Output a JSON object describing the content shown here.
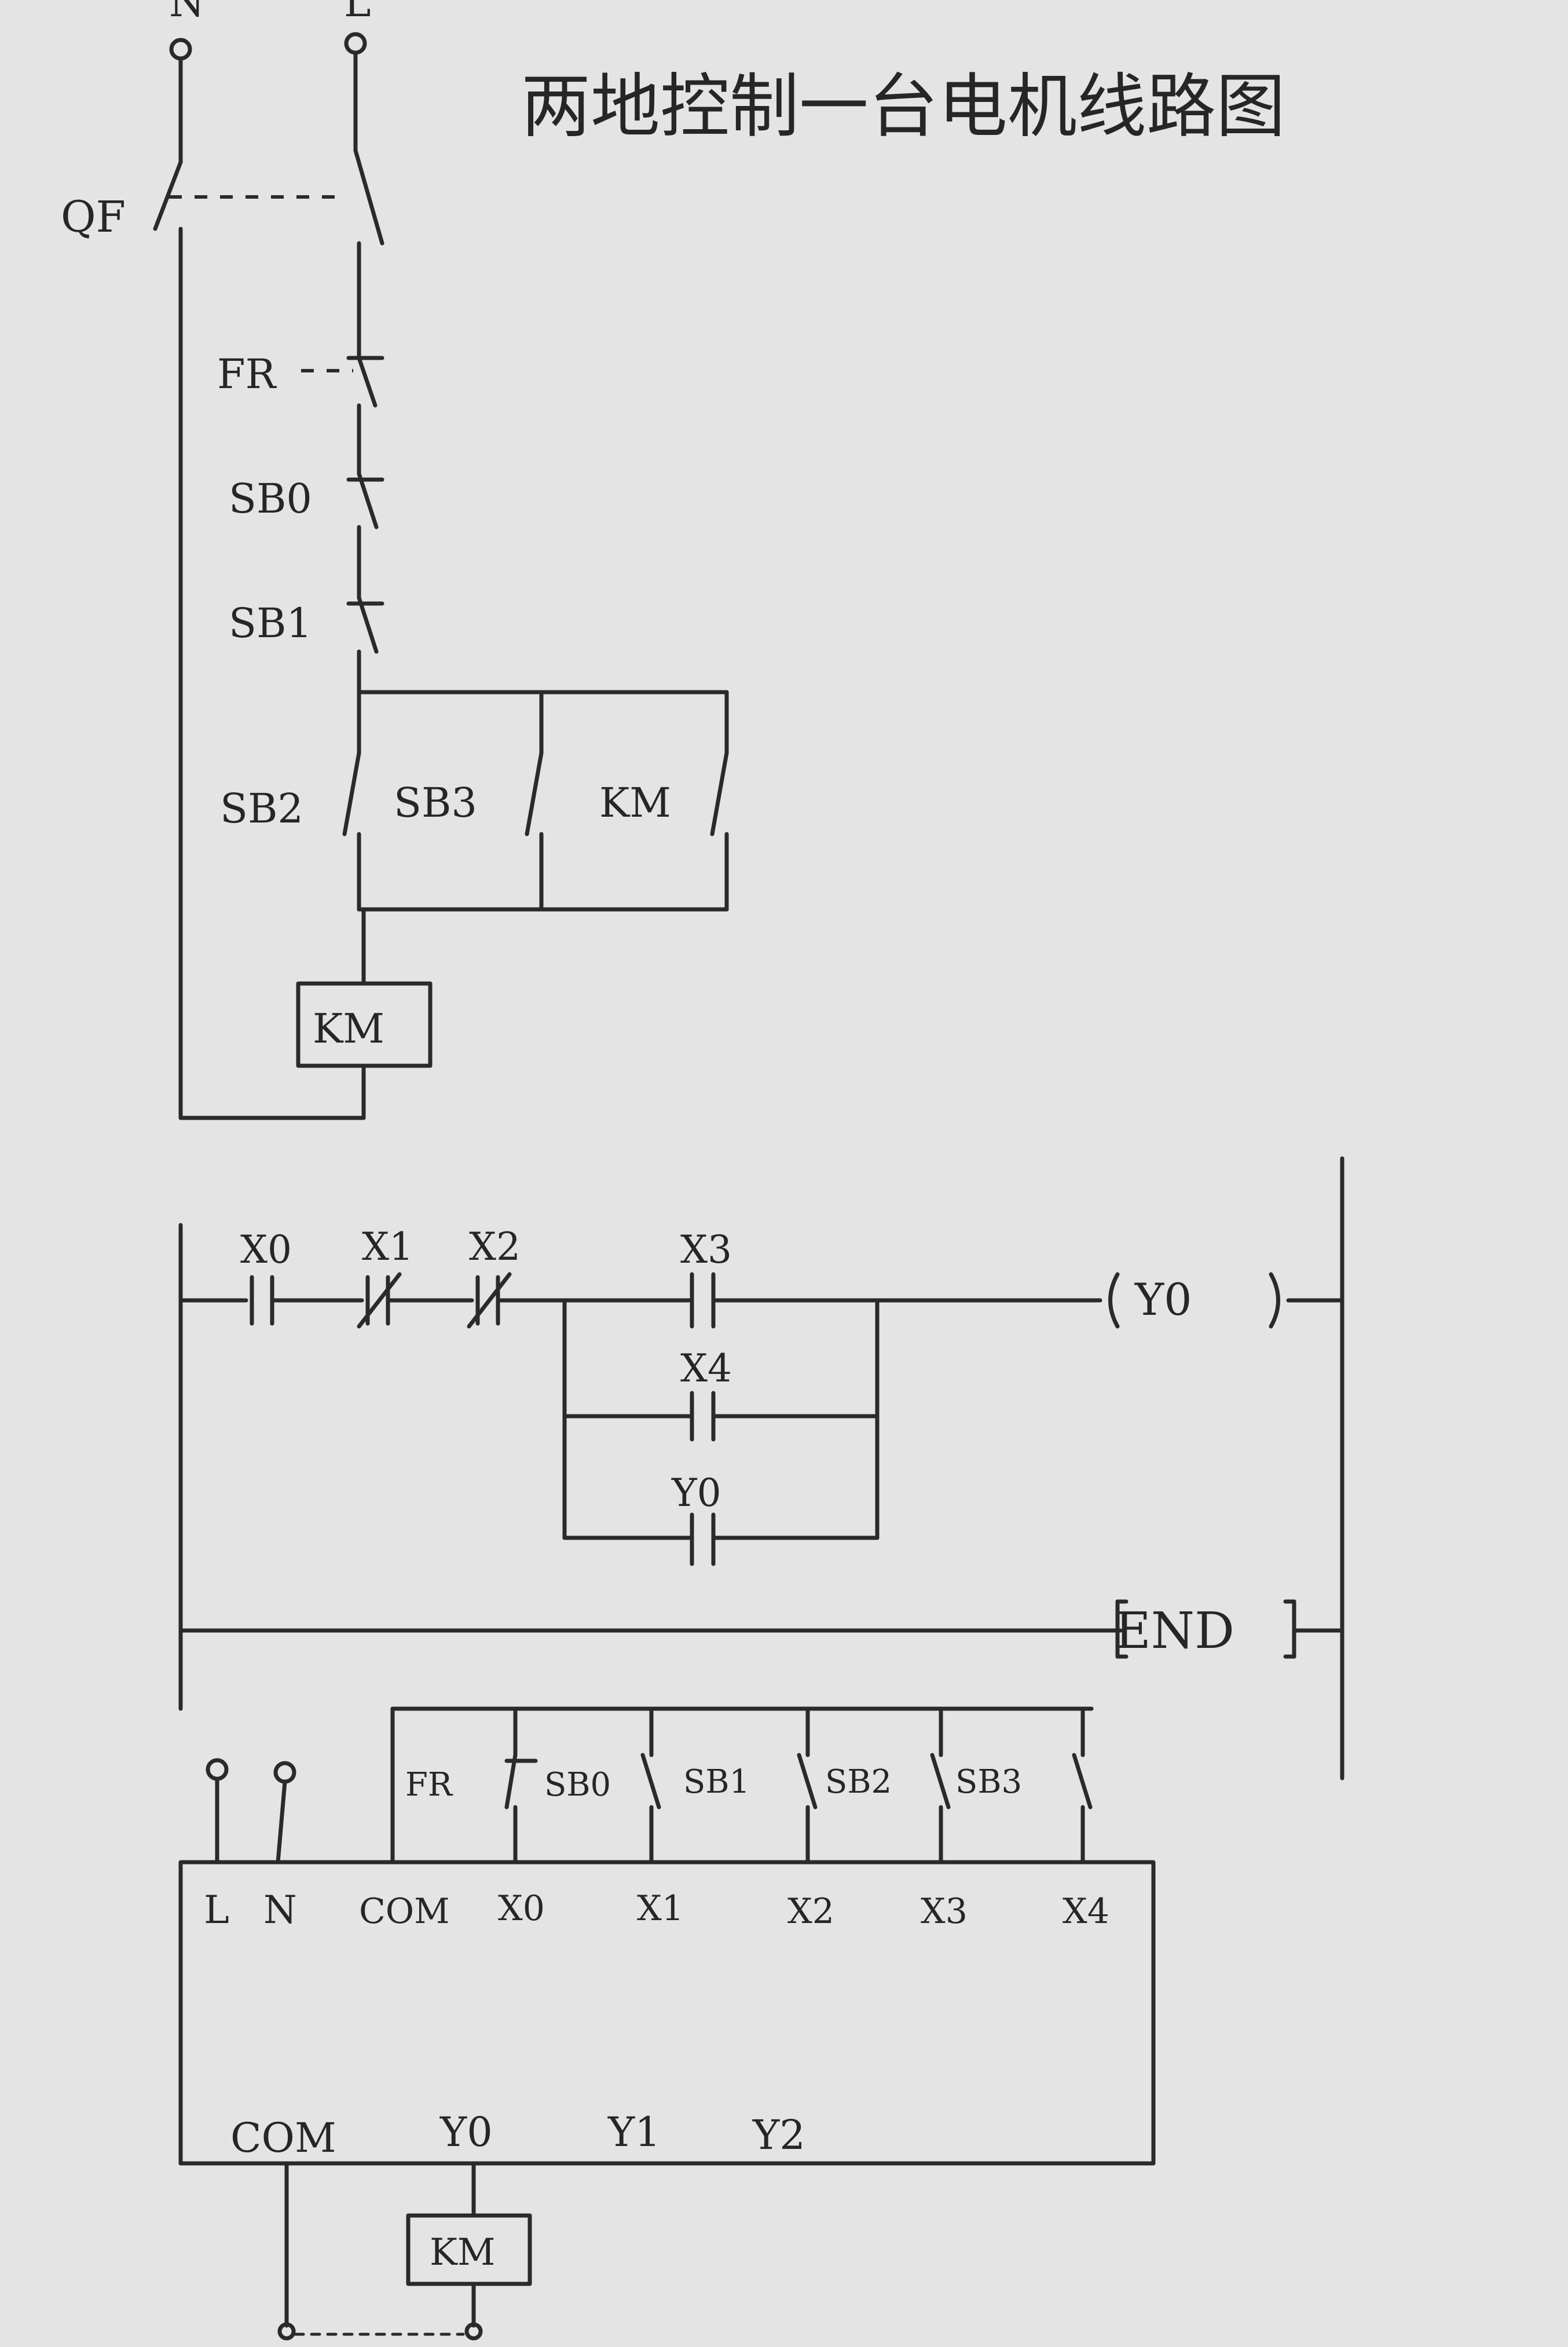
{
  "title": "两地控制一台电机线路图",
  "power": {
    "n": "N",
    "l": "L"
  },
  "relay_circuit": {
    "breaker": "QF",
    "overload": "FR",
    "stop_a": "SB0",
    "stop_b": "SB1",
    "start_a": "SB2",
    "start_b": "SB3",
    "hold_contact": "KM",
    "coil": "KM"
  },
  "ladder": {
    "contacts": [
      "X0",
      "X1",
      "X2",
      "X3",
      "X4",
      "Y0"
    ],
    "output": "Y0",
    "end": "END"
  },
  "plc_wiring": {
    "inputs_top": [
      "FR",
      "SB0",
      "SB1",
      "SB2",
      "SB3"
    ],
    "input_terminals": [
      "L",
      "N",
      "COM",
      "X0",
      "X1",
      "X2",
      "X3",
      "X4"
    ],
    "output_terminals": [
      "COM",
      "Y0",
      "Y1",
      "Y2"
    ],
    "coil": "KM"
  }
}
